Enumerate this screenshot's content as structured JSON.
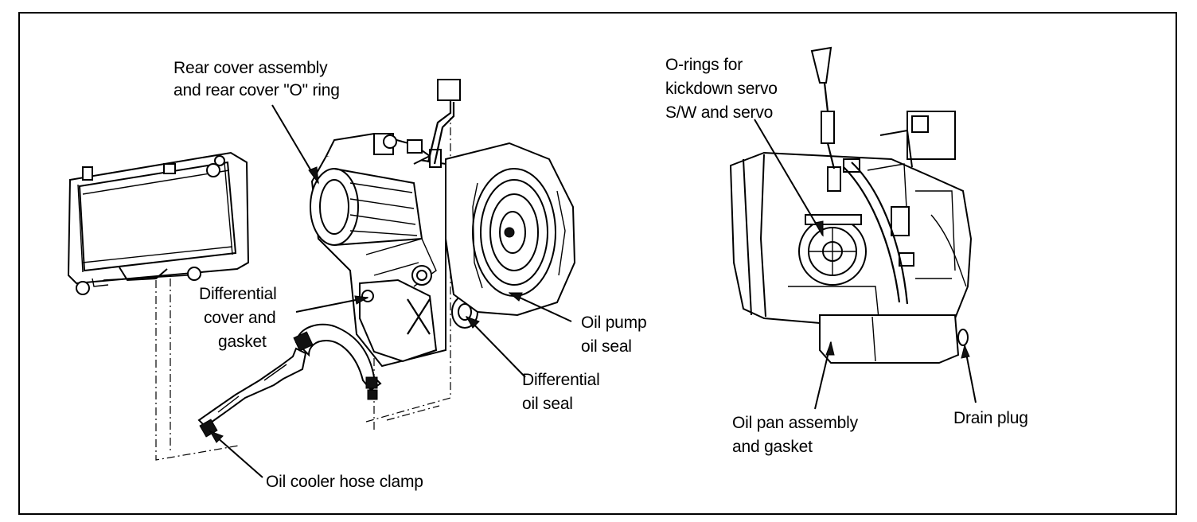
{
  "labels": {
    "rear_cover": [
      "Rear cover assembly",
      "and rear cover \"O\" ring"
    ],
    "differential_cover": [
      "Differential",
      "cover and",
      "gasket"
    ],
    "oil_pump_seal": [
      "Oil pump",
      "oil seal"
    ],
    "differential_seal": [
      "Differential",
      "oil seal"
    ],
    "oil_cooler_clamp": [
      "Oil cooler hose clamp"
    ],
    "kickdown_orings": [
      "O-rings for",
      "kickdown servo",
      "S/W and servo"
    ],
    "oil_pan": [
      "Oil pan assembly",
      "and gasket"
    ],
    "drain_plug": [
      "Drain plug"
    ]
  },
  "colors": {
    "ink": "#000000",
    "paper": "#ffffff",
    "shade": "#dcdcdc"
  }
}
